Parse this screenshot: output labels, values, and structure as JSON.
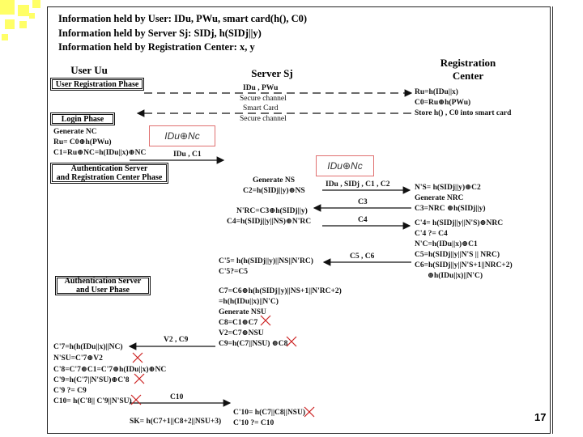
{
  "header": {
    "line1": "Information held by User: IDu, PWu, smart card(h(), C0)",
    "line2": "Information held by Server Sj: SIDj, h(SIDj||y)",
    "line3": "Information held by Registration Center: x, y"
  },
  "actors": {
    "user": "User Uu",
    "server": "Server Sj",
    "rc_line1": "Registration",
    "rc_line2": "Center"
  },
  "phases": {
    "user_registration": "User Registration Phase",
    "login": "Login Phase",
    "auth_server_rc_line1": "Authentication Server",
    "auth_server_rc_line2": "and Registration Center Phase",
    "auth_server_user_line1": "Authentication Server",
    "auth_server_user_line2": "and User Phase"
  },
  "registration": {
    "msg1": "IDu , PWu",
    "msg2": "Secure channel",
    "msg3": "Smart Card",
    "msg4": "Secure channel",
    "rc1": "Ru=h(IDu||x)",
    "rc2": "C0=Ru⊕h(PWu)",
    "rc3": "Store h() , C0 into smart card"
  },
  "login": {
    "l1": "Generate NC",
    "l2": "Ru= C0⊕h(PWu)",
    "l3": "C1=Ru⊕NC=h(IDu||x)⊕NC",
    "msg": "IDu , C1"
  },
  "server_rc": {
    "s1": "Generate NS",
    "s2": "C2=h(SIDj||y)⊕NS",
    "msg1": "IDu , SIDj , C1 , C2",
    "rc1": "N'S= h(SIDj||y)⊕C2",
    "rc2": "Generate NRC",
    "rc3": "C3=NRC ⊕h(SIDj||y)",
    "msg2": "C3",
    "s3": "N'RC=C3⊕h(SIDj||y)",
    "s4": "C4=h(SIDj||y||NS)⊕N'RC",
    "msg3": "C4",
    "rc4": "C'4= h(SIDj||y||N'S)⊕NRC",
    "rc5": "C'4 ?= C4",
    "rc6": "N'C=h(IDu||x)⊕C1",
    "rc7": "C5=h(SIDj||y||N'S || NRC)",
    "rc8": "C6=h(SIDj||y||N'S+1||NRC+2)",
    "rc9": "⊕h(IDu||x)||N'C)",
    "msg4": "C5 , C6",
    "s5": "C'5= h(h(SIDj||y)||NS||N'RC)",
    "s6": "C'5?=C5"
  },
  "server_user": {
    "s1": "C7=C6⊕h(h(SIDj||y)||NS+1||N'RC+2)",
    "s2": "=h(h(IDu||x)||N'C)",
    "s3": "Generate NSU",
    "s4": "C8=C1⊕C7",
    "s5": "V2=C7⊕NSU",
    "s6": "C9=h(C7||NSU) ⊕C8",
    "msg1": "V2 , C9",
    "u1": "C'7=h(h(IDu||x)||NC)",
    "u2": "N'SU=C'7⊕V2",
    "u3": "C'8=C'7⊕C1=C'7⊕h(IDu||x)⊕NC",
    "u4": "C'9=h(C'7||N'SU)⊕C'8",
    "u5": "C'9 ?= C9",
    "u6": "C10= h(C'8|| C'9||N'SU)",
    "msg2": "C10",
    "s7": "C'10= h(C7||C8||NSU)",
    "s8": "C'10 ?= C10",
    "u7": "SK= h(C7+1||C8+2||NSU+3)"
  },
  "highlights": {
    "h1": "IDu⊕Nc",
    "h2": "IDu⊕Nc"
  },
  "page_number": "17",
  "colors": {
    "accent_yellow": "#ffff66",
    "cross_red": "#cc2222",
    "highlight_border": "#e07070"
  }
}
